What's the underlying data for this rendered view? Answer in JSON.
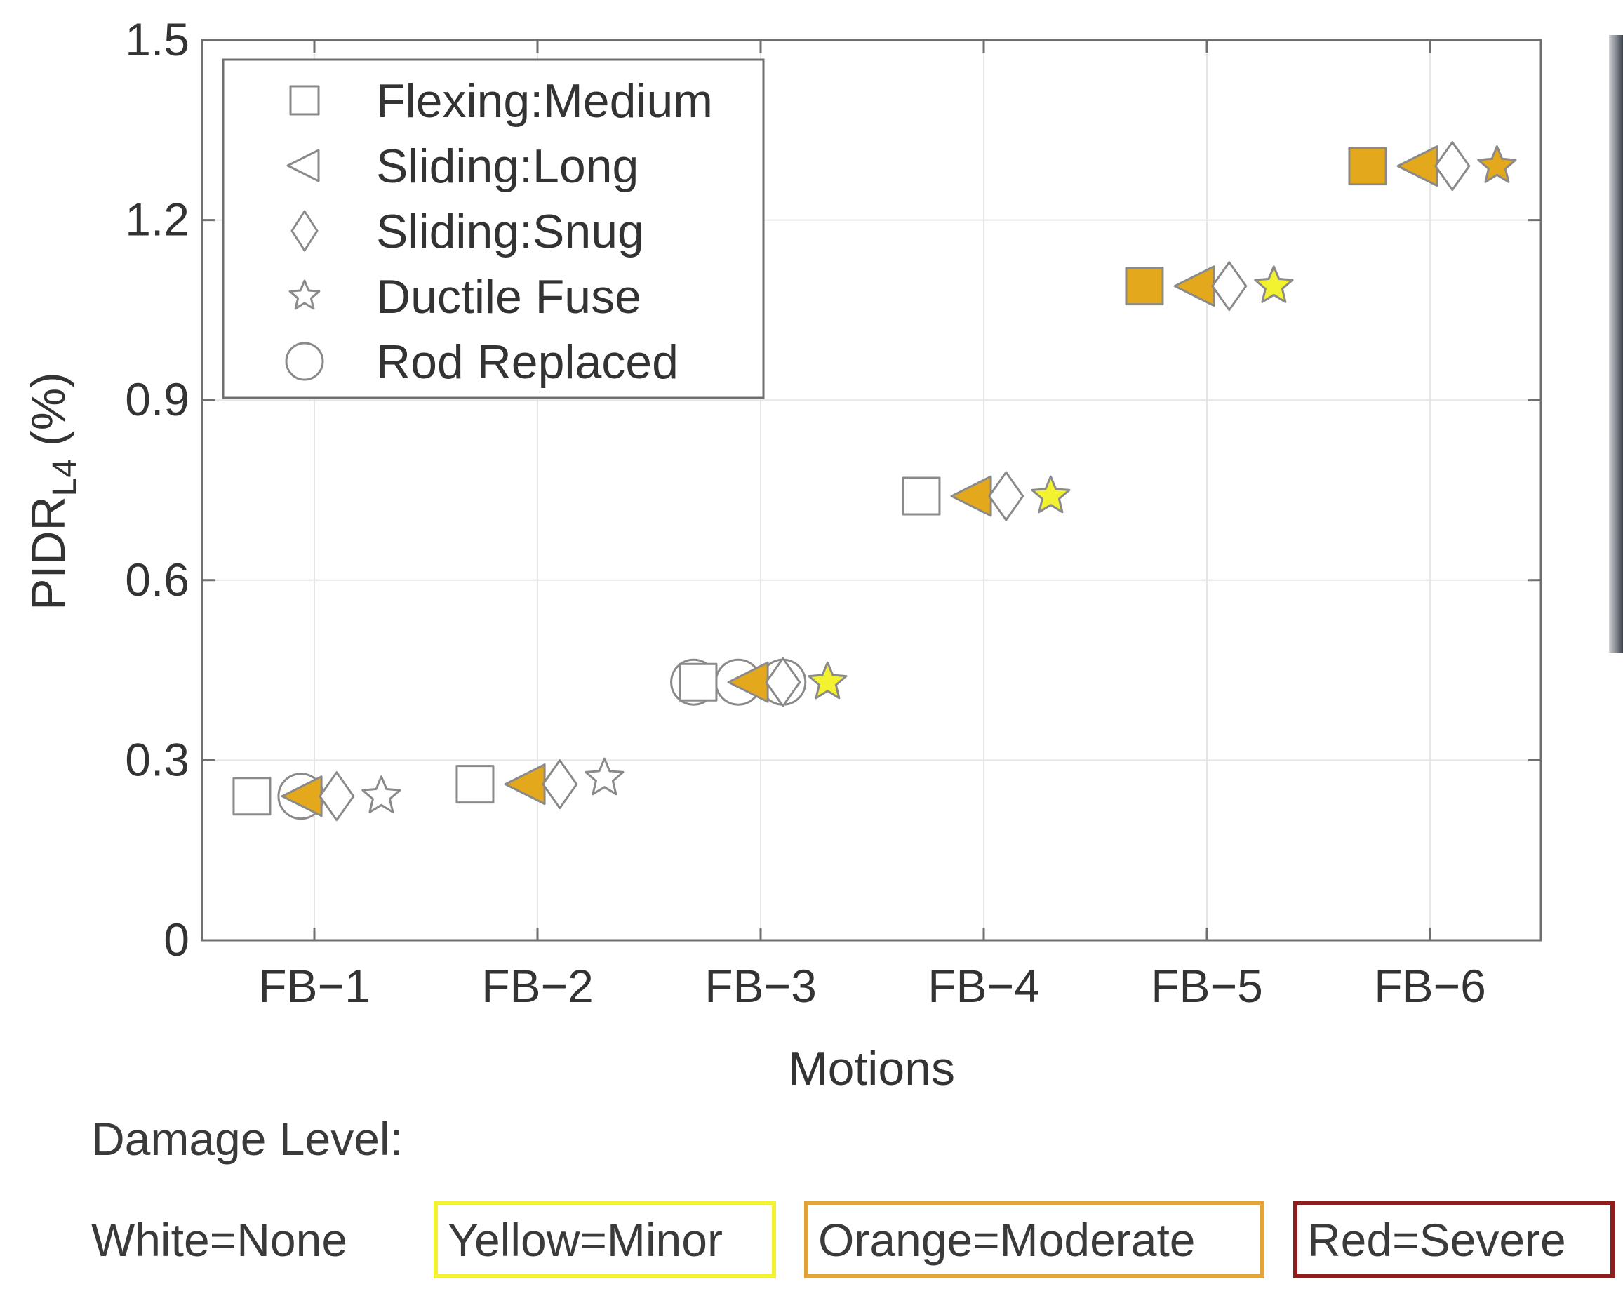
{
  "chart_data": {
    "type": "scatter",
    "xlabel": "Motions",
    "ylabel_main": "PIDR",
    "ylabel_sub": "L4",
    "ylabel_unit": "(%)",
    "categories": [
      "FB−1",
      "FB−2",
      "FB−3",
      "FB−4",
      "FB−5",
      "FB−6"
    ],
    "ylim": [
      0,
      1.5
    ],
    "yticks": [
      0,
      0.3,
      0.6,
      0.9,
      1.2,
      1.5
    ],
    "ytick_labels": [
      "0",
      "0.3",
      "0.6",
      "0.9",
      "1.2",
      "1.5"
    ],
    "grid": true,
    "legend_position": "top-left",
    "series": [
      {
        "name": "Flexing:Medium",
        "marker": "square",
        "offset": -0.28,
        "values": [
          0.24,
          0.26,
          0.43,
          0.74,
          1.09,
          1.29
        ],
        "damage": [
          "white",
          "white",
          "white",
          "white",
          "orange",
          "orange"
        ]
      },
      {
        "name": "Sliding:Long",
        "marker": "triangle-left",
        "offset": -0.05,
        "values": [
          0.24,
          0.26,
          0.43,
          0.74,
          1.09,
          1.29
        ],
        "damage": [
          "orange",
          "orange",
          "orange",
          "orange",
          "orange",
          "orange"
        ]
      },
      {
        "name": "Sliding:Snug",
        "marker": "diamond",
        "offset": 0.1,
        "values": [
          0.24,
          0.26,
          0.43,
          0.74,
          1.09,
          1.29
        ],
        "damage": [
          "white",
          "white",
          "white",
          "white",
          "white",
          "white"
        ]
      },
      {
        "name": "Ductile Fuse",
        "marker": "star",
        "offset": 0.3,
        "values": [
          0.24,
          0.27,
          0.43,
          0.74,
          1.09,
          1.29
        ],
        "damage": [
          "white",
          "white",
          "yellow",
          "yellow",
          "yellow",
          "orange"
        ]
      },
      {
        "name": "Rod Replaced",
        "marker": "circle",
        "offset": -0.06,
        "points": [
          {
            "category": "FB−1",
            "value": 0.24,
            "offset": -0.06
          },
          {
            "category": "FB−3",
            "value": 0.43,
            "offset": -0.3
          },
          {
            "category": "FB−3",
            "value": 0.43,
            "offset": -0.1
          },
          {
            "category": "FB−3",
            "value": 0.43,
            "offset": 0.1
          }
        ],
        "damage": "white"
      }
    ],
    "damage_colors": {
      "white": "#ffffff",
      "yellow": "#f2f230",
      "orange": "#e4a81c",
      "red": "#9a1c1c"
    }
  },
  "damage_legend": {
    "title": "Damage Level:",
    "white": "White=None",
    "yellow": "Yellow=Minor",
    "orange": "Orange=Moderate",
    "red": "Red=Severe"
  }
}
